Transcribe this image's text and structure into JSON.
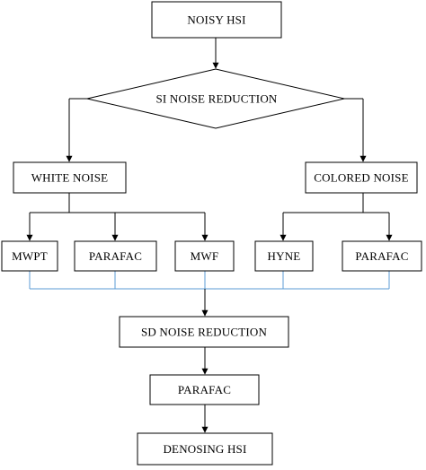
{
  "nodes": {
    "noisy_hsi": "NOISY HSI",
    "si_noise_reduction": "SI NOISE REDUCTION",
    "white_noise": "WHITE NOISE",
    "colored_noise": "COLORED NOISE",
    "mwpt": "MWPT",
    "parafac_white": "PARAFAC",
    "mwf": "MWF",
    "hyne": "HYNE",
    "parafac_colored": "PARAFAC",
    "sd_noise_reduction": "SD NOISE REDUCTION",
    "parafac_sd": "PARAFAC",
    "denosing_hsi": "DENOSING HSI"
  },
  "colors": {
    "connector_blue": "#5b9bd5",
    "stroke": "#000000",
    "background": "#ffffff"
  }
}
